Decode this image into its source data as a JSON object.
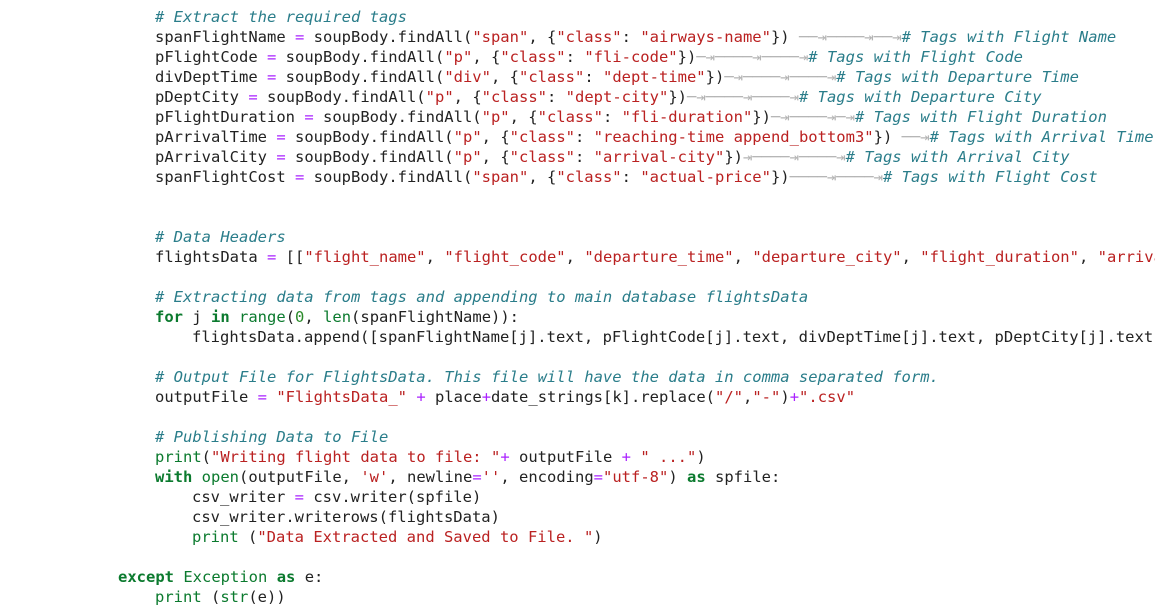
{
  "editor": {
    "colors": {
      "background": "#ffffff",
      "text": "#222222",
      "comment": "#2a7d8a",
      "keyword": "#0b7a2e",
      "string": "#ba2121",
      "number": "#2a8a2a",
      "operator": "#aa22ff",
      "whitespace_arrow": "#b4b4b4"
    },
    "lines": [
      {
        "indent": 4,
        "tokens": [
          {
            "t": "cm",
            "v": "# Extract the required tags"
          }
        ]
      },
      {
        "indent": 4,
        "tokens": [
          {
            "t": "nm",
            "v": "spanFlightName "
          },
          {
            "t": "op",
            "v": "="
          },
          {
            "t": "nm",
            "v": " soupBody.findAll("
          },
          {
            "t": "str",
            "v": "\"span\""
          },
          {
            "t": "nm",
            "v": ", {"
          },
          {
            "t": "str",
            "v": "\"class\""
          },
          {
            "t": "nm",
            "v": ": "
          },
          {
            "t": "str",
            "v": "\"airways-name\""
          },
          {
            "t": "nm",
            "v": "}) "
          },
          {
            "t": "arrow",
            "v": "──⇥────⇥──⇥"
          },
          {
            "t": "cm",
            "v": "# Tags with Flight Name"
          }
        ]
      },
      {
        "indent": 4,
        "tokens": [
          {
            "t": "nm",
            "v": "pFlightCode "
          },
          {
            "t": "op",
            "v": "="
          },
          {
            "t": "nm",
            "v": " soupBody.findAll("
          },
          {
            "t": "str",
            "v": "\"p\""
          },
          {
            "t": "nm",
            "v": ", {"
          },
          {
            "t": "str",
            "v": "\"class\""
          },
          {
            "t": "nm",
            "v": ": "
          },
          {
            "t": "str",
            "v": "\"fli-code\""
          },
          {
            "t": "nm",
            "v": "})"
          },
          {
            "t": "arrow",
            "v": "─⇥────⇥────⇥"
          },
          {
            "t": "cm",
            "v": "# Tags with Flight Code"
          }
        ]
      },
      {
        "indent": 4,
        "tokens": [
          {
            "t": "nm",
            "v": "divDeptTime "
          },
          {
            "t": "op",
            "v": "="
          },
          {
            "t": "nm",
            "v": " soupBody.findAll("
          },
          {
            "t": "str",
            "v": "\"div\""
          },
          {
            "t": "nm",
            "v": ", {"
          },
          {
            "t": "str",
            "v": "\"class\""
          },
          {
            "t": "nm",
            "v": ": "
          },
          {
            "t": "str",
            "v": "\"dept-time\""
          },
          {
            "t": "nm",
            "v": "})"
          },
          {
            "t": "arrow",
            "v": "─⇥────⇥────⇥"
          },
          {
            "t": "cm",
            "v": "# Tags with Departure Time"
          }
        ]
      },
      {
        "indent": 4,
        "tokens": [
          {
            "t": "nm",
            "v": "pDeptCity "
          },
          {
            "t": "op",
            "v": "="
          },
          {
            "t": "nm",
            "v": " soupBody.findAll("
          },
          {
            "t": "str",
            "v": "\"p\""
          },
          {
            "t": "nm",
            "v": ", {"
          },
          {
            "t": "str",
            "v": "\"class\""
          },
          {
            "t": "nm",
            "v": ": "
          },
          {
            "t": "str",
            "v": "\"dept-city\""
          },
          {
            "t": "nm",
            "v": "})"
          },
          {
            "t": "arrow",
            "v": "─⇥────⇥────⇥"
          },
          {
            "t": "cm",
            "v": "# Tags with Departure City"
          }
        ]
      },
      {
        "indent": 4,
        "tokens": [
          {
            "t": "nm",
            "v": "pFlightDuration "
          },
          {
            "t": "op",
            "v": "="
          },
          {
            "t": "nm",
            "v": " soupBody.findAll("
          },
          {
            "t": "str",
            "v": "\"p\""
          },
          {
            "t": "nm",
            "v": ", {"
          },
          {
            "t": "str",
            "v": "\"class\""
          },
          {
            "t": "nm",
            "v": ": "
          },
          {
            "t": "str",
            "v": "\"fli-duration\""
          },
          {
            "t": "nm",
            "v": "})"
          },
          {
            "t": "arrow",
            "v": "─⇥────⇥─⇥"
          },
          {
            "t": "cm",
            "v": "# Tags with Flight Duration"
          }
        ]
      },
      {
        "indent": 4,
        "tokens": [
          {
            "t": "nm",
            "v": "pArrivalTime "
          },
          {
            "t": "op",
            "v": "="
          },
          {
            "t": "nm",
            "v": " soupBody.findAll("
          },
          {
            "t": "str",
            "v": "\"p\""
          },
          {
            "t": "nm",
            "v": ", {"
          },
          {
            "t": "str",
            "v": "\"class\""
          },
          {
            "t": "nm",
            "v": ": "
          },
          {
            "t": "str",
            "v": "\"reaching-time append_bottom3\""
          },
          {
            "t": "nm",
            "v": "}) "
          },
          {
            "t": "arrow",
            "v": "──⇥"
          },
          {
            "t": "cm",
            "v": "# Tags with Arrival Time"
          }
        ]
      },
      {
        "indent": 4,
        "tokens": [
          {
            "t": "nm",
            "v": "pArrivalCity "
          },
          {
            "t": "op",
            "v": "="
          },
          {
            "t": "nm",
            "v": " soupBody.findAll("
          },
          {
            "t": "str",
            "v": "\"p\""
          },
          {
            "t": "nm",
            "v": ", {"
          },
          {
            "t": "str",
            "v": "\"class\""
          },
          {
            "t": "nm",
            "v": ": "
          },
          {
            "t": "str",
            "v": "\"arrival-city\""
          },
          {
            "t": "nm",
            "v": "})"
          },
          {
            "t": "arrow",
            "v": "⇥────⇥────⇥"
          },
          {
            "t": "cm",
            "v": "# Tags with Arrival City"
          }
        ]
      },
      {
        "indent": 4,
        "tokens": [
          {
            "t": "nm",
            "v": "spanFlightCost "
          },
          {
            "t": "op",
            "v": "="
          },
          {
            "t": "nm",
            "v": " soupBody.findAll("
          },
          {
            "t": "str",
            "v": "\"span\""
          },
          {
            "t": "nm",
            "v": ", {"
          },
          {
            "t": "str",
            "v": "\"class\""
          },
          {
            "t": "nm",
            "v": ": "
          },
          {
            "t": "str",
            "v": "\"actual-price\""
          },
          {
            "t": "nm",
            "v": "})"
          },
          {
            "t": "arrow",
            "v": "────⇥────⇥"
          },
          {
            "t": "cm",
            "v": "# Tags with Flight Cost"
          }
        ]
      },
      {
        "indent": 0,
        "tokens": []
      },
      {
        "indent": 0,
        "tokens": []
      },
      {
        "indent": 4,
        "tokens": [
          {
            "t": "cm",
            "v": "# Data Headers"
          }
        ]
      },
      {
        "indent": 4,
        "tokens": [
          {
            "t": "nm",
            "v": "flightsData "
          },
          {
            "t": "op",
            "v": "="
          },
          {
            "t": "nm",
            "v": " [["
          },
          {
            "t": "str",
            "v": "\"flight_name\""
          },
          {
            "t": "nm",
            "v": ", "
          },
          {
            "t": "str",
            "v": "\"flight_code\""
          },
          {
            "t": "nm",
            "v": ", "
          },
          {
            "t": "str",
            "v": "\"departure_time\""
          },
          {
            "t": "nm",
            "v": ", "
          },
          {
            "t": "str",
            "v": "\"departure_city\""
          },
          {
            "t": "nm",
            "v": ", "
          },
          {
            "t": "str",
            "v": "\"flight_duration\""
          },
          {
            "t": "nm",
            "v": ", "
          },
          {
            "t": "str",
            "v": "\"arrival"
          }
        ]
      },
      {
        "indent": 0,
        "tokens": []
      },
      {
        "indent": 4,
        "tokens": [
          {
            "t": "cm",
            "v": "# Extracting data from tags and appending to main database flightsData"
          }
        ]
      },
      {
        "indent": 4,
        "tokens": [
          {
            "t": "kw",
            "v": "for"
          },
          {
            "t": "nm",
            "v": " j "
          },
          {
            "t": "kw",
            "v": "in"
          },
          {
            "t": "nm",
            "v": " "
          },
          {
            "t": "bi",
            "v": "range"
          },
          {
            "t": "nm",
            "v": "("
          },
          {
            "t": "num",
            "v": "0"
          },
          {
            "t": "nm",
            "v": ", "
          },
          {
            "t": "bi",
            "v": "len"
          },
          {
            "t": "nm",
            "v": "(spanFlightName)):"
          }
        ]
      },
      {
        "indent": 8,
        "tokens": [
          {
            "t": "nm",
            "v": "flightsData.append([spanFlightName[j].text, pFlightCode[j].text, divDeptTime[j].text, pDeptCity[j].text,"
          }
        ]
      },
      {
        "indent": 0,
        "tokens": []
      },
      {
        "indent": 4,
        "tokens": [
          {
            "t": "cm",
            "v": "# Output File for FlightsData. This file will have the data in comma separated form."
          }
        ]
      },
      {
        "indent": 4,
        "tokens": [
          {
            "t": "nm",
            "v": "outputFile "
          },
          {
            "t": "op",
            "v": "="
          },
          {
            "t": "nm",
            "v": " "
          },
          {
            "t": "str",
            "v": "\"FlightsData_\""
          },
          {
            "t": "nm",
            "v": " "
          },
          {
            "t": "op",
            "v": "+"
          },
          {
            "t": "nm",
            "v": " place"
          },
          {
            "t": "op",
            "v": "+"
          },
          {
            "t": "nm",
            "v": "date_strings[k].replace("
          },
          {
            "t": "str",
            "v": "\"/\""
          },
          {
            "t": "nm",
            "v": ","
          },
          {
            "t": "str",
            "v": "\"-\""
          },
          {
            "t": "nm",
            "v": ")"
          },
          {
            "t": "op",
            "v": "+"
          },
          {
            "t": "str",
            "v": "\".csv\""
          }
        ]
      },
      {
        "indent": 0,
        "tokens": []
      },
      {
        "indent": 4,
        "tokens": [
          {
            "t": "cm",
            "v": "# Publishing Data to File"
          }
        ]
      },
      {
        "indent": 4,
        "tokens": [
          {
            "t": "bi",
            "v": "print"
          },
          {
            "t": "nm",
            "v": "("
          },
          {
            "t": "str",
            "v": "\"Writing flight data to file: \""
          },
          {
            "t": "op",
            "v": "+"
          },
          {
            "t": "nm",
            "v": " outputFile "
          },
          {
            "t": "op",
            "v": "+"
          },
          {
            "t": "nm",
            "v": " "
          },
          {
            "t": "str",
            "v": "\" ...\""
          },
          {
            "t": "nm",
            "v": ")"
          }
        ]
      },
      {
        "indent": 4,
        "tokens": [
          {
            "t": "kw",
            "v": "with"
          },
          {
            "t": "nm",
            "v": " "
          },
          {
            "t": "bi",
            "v": "open"
          },
          {
            "t": "nm",
            "v": "(outputFile, "
          },
          {
            "t": "str",
            "v": "'w'"
          },
          {
            "t": "nm",
            "v": ", newline"
          },
          {
            "t": "op",
            "v": "="
          },
          {
            "t": "str",
            "v": "''"
          },
          {
            "t": "nm",
            "v": ", encoding"
          },
          {
            "t": "op",
            "v": "="
          },
          {
            "t": "str",
            "v": "\"utf-8\""
          },
          {
            "t": "nm",
            "v": ") "
          },
          {
            "t": "kw",
            "v": "as"
          },
          {
            "t": "nm",
            "v": " spfile:"
          }
        ]
      },
      {
        "indent": 8,
        "tokens": [
          {
            "t": "nm",
            "v": "csv_writer "
          },
          {
            "t": "op",
            "v": "="
          },
          {
            "t": "nm",
            "v": " csv.writer(spfile)"
          }
        ]
      },
      {
        "indent": 8,
        "tokens": [
          {
            "t": "nm",
            "v": "csv_writer.writerows(flightsData)"
          }
        ]
      },
      {
        "indent": 8,
        "tokens": [
          {
            "t": "bi",
            "v": "print"
          },
          {
            "t": "nm",
            "v": " ("
          },
          {
            "t": "str",
            "v": "\"Data Extracted and Saved to File. \""
          },
          {
            "t": "nm",
            "v": ")"
          }
        ]
      },
      {
        "indent": 0,
        "tokens": []
      },
      {
        "indent": 0,
        "tokens": [
          {
            "t": "kw",
            "v": "except"
          },
          {
            "t": "nm",
            "v": " "
          },
          {
            "t": "bi",
            "v": "Exception"
          },
          {
            "t": "nm",
            "v": " "
          },
          {
            "t": "kw",
            "v": "as"
          },
          {
            "t": "nm",
            "v": " e:"
          }
        ]
      },
      {
        "indent": 4,
        "tokens": [
          {
            "t": "bi",
            "v": "print"
          },
          {
            "t": "nm",
            "v": " ("
          },
          {
            "t": "bi",
            "v": "str"
          },
          {
            "t": "nm",
            "v": "(e))"
          }
        ]
      }
    ]
  }
}
